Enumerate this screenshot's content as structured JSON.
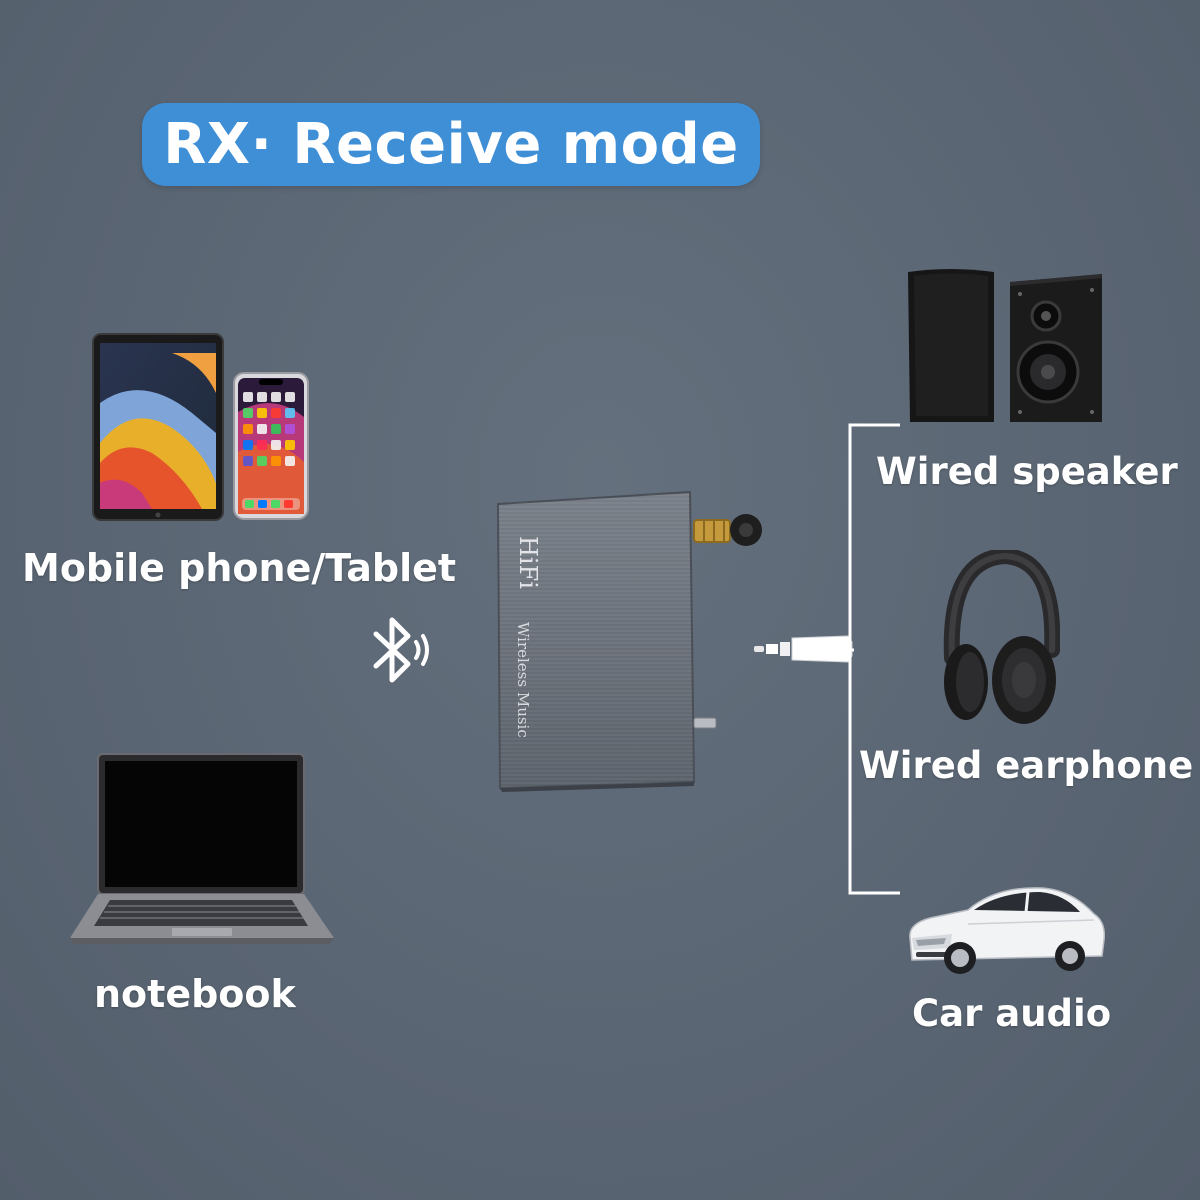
{
  "banner": {
    "title": "RX· Receive mode"
  },
  "sources": {
    "mobile_label": "Mobile phone/Tablet",
    "notebook_label": "notebook"
  },
  "device": {
    "brand": "HiFi",
    "subtitle": "Wireless Music"
  },
  "outputs": {
    "speaker_label": "Wired speaker",
    "earphone_label": "Wired earphone",
    "car_label": "Car audio"
  },
  "colors": {
    "background": "#5a6573",
    "banner": "#3f8fd6",
    "text": "#ffffff"
  },
  "icons": {
    "bluetooth": "bluetooth-icon",
    "audio_jack": "aux-jack-icon"
  }
}
